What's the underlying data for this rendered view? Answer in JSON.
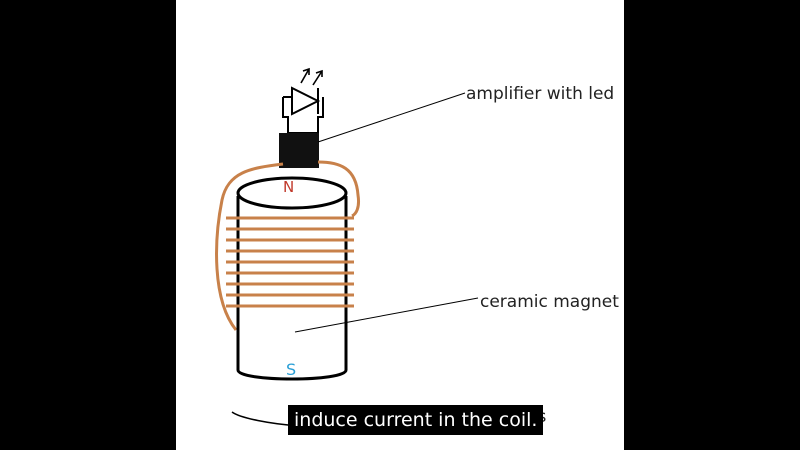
{
  "labels": {
    "amplifier": "amplifier with led",
    "magnet": "ceramic magnet",
    "partial": "ates",
    "north": "N",
    "south": "S"
  },
  "caption": "induce current in the coil.",
  "colors": {
    "coil": "#c8814a",
    "north": "#c0392b",
    "south": "#2a9fd6",
    "amplifier": "#111111"
  },
  "icons": [
    "led-diode-icon",
    "light-arrow-icon"
  ]
}
